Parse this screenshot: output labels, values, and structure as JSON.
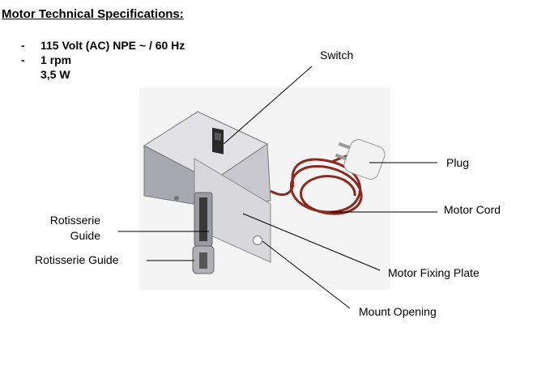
{
  "heading": "Motor Technical Specifications:",
  "specs": [
    {
      "bullet": "-",
      "text": "115 Volt (AC) NPE ~ / 60 Hz"
    },
    {
      "bullet": "-",
      "text": "1 rpm"
    },
    {
      "bullet": "",
      "text": "3,5 W"
    }
  ],
  "callouts": {
    "switch": "Switch",
    "plug": "Plug",
    "motor_cord": "Motor Cord",
    "rotisserie_guide_1_line1": "Rotisserie",
    "rotisserie_guide_1_line2": "Guide",
    "rotisserie_guide_2": "Rotisserie Guide",
    "motor_fixing_plate": "Motor Fixing Plate",
    "mount_opening": "Mount Opening"
  },
  "colors": {
    "cord": "#8a2a1e",
    "steel_light": "#d4d4d8",
    "steel_mid": "#b4b4ba",
    "steel_dark": "#8e8e96",
    "photo_bg": "#ececec"
  }
}
